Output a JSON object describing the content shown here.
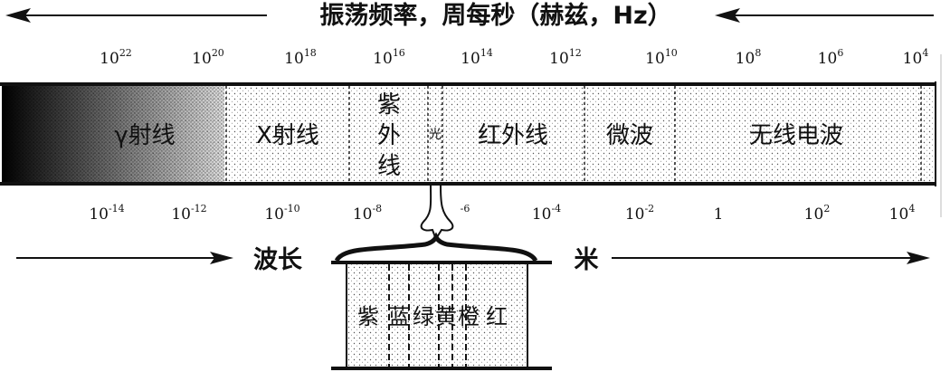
{
  "top_label": "振荡频率，周每秒（赫兹，Hz）",
  "bottom_label_left": "波长",
  "bottom_label_right": "米",
  "frequency_ticks": [
    {
      "base": "10",
      "exp": "22"
    },
    {
      "base": "10",
      "exp": "20"
    },
    {
      "base": "10",
      "exp": "18"
    },
    {
      "base": "10",
      "exp": "16"
    },
    {
      "base": "10",
      "exp": "14"
    },
    {
      "base": "10",
      "exp": "12"
    },
    {
      "base": "10",
      "exp": "10"
    },
    {
      "base": "10",
      "exp": "8"
    },
    {
      "base": "10",
      "exp": "6"
    },
    {
      "base": "10",
      "exp": "4"
    }
  ],
  "wavelength_ticks": [
    {
      "base": "10",
      "exp": "-14"
    },
    {
      "base": "10",
      "exp": "-12"
    },
    {
      "base": "10",
      "exp": "-10"
    },
    {
      "base": "10",
      "exp": "-8"
    },
    {
      "base": "",
      "exp": "-6"
    },
    {
      "base": "10",
      "exp": "-4"
    },
    {
      "base": "10",
      "exp": "-2"
    },
    {
      "base": "1",
      "exp": ""
    },
    {
      "base": "10",
      "exp": "2"
    },
    {
      "base": "10",
      "exp": "4"
    }
  ],
  "bands": {
    "gamma": "γ射线",
    "xray": "X射线",
    "uv": [
      "紫",
      "外",
      "线"
    ],
    "visible": "光",
    "infrared": "红外线",
    "microwave": "微波",
    "radio": "无线电波"
  },
  "visible_colors": [
    "紫",
    "蓝",
    "绿",
    "黄",
    "橙",
    "红"
  ]
}
